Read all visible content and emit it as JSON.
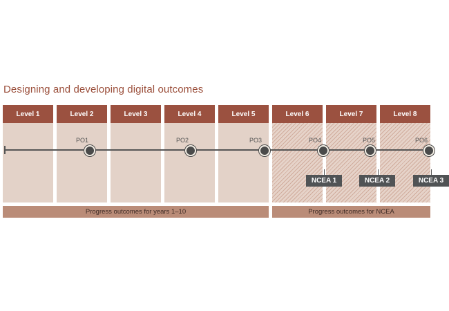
{
  "title": "Designing and developing digital outcomes",
  "levels": [
    {
      "label": "Level 1",
      "hatched": false
    },
    {
      "label": "Level 2",
      "hatched": false
    },
    {
      "label": "Level 3",
      "hatched": false
    },
    {
      "label": "Level 4",
      "hatched": false
    },
    {
      "label": "Level 5",
      "hatched": false
    },
    {
      "label": "Level 6",
      "hatched": true
    },
    {
      "label": "Level 7",
      "hatched": true
    },
    {
      "label": "Level 8",
      "hatched": true
    }
  ],
  "progress_outcomes": [
    {
      "label": "PO1",
      "level": "Level 2"
    },
    {
      "label": "PO2",
      "level": "Level 4"
    },
    {
      "label": "PO3",
      "level": "Level 5"
    },
    {
      "label": "PO4",
      "level": "Level 6"
    },
    {
      "label": "PO5",
      "level": "Level 7"
    },
    {
      "label": "PO6",
      "level": "Level 8"
    }
  ],
  "ncea": [
    {
      "label": "NCEA 1",
      "aligned_with": "PO4"
    },
    {
      "label": "NCEA 2",
      "aligned_with": "PO5"
    },
    {
      "label": "NCEA 3",
      "aligned_with": "PO6"
    }
  ],
  "footers": [
    {
      "label": "Progress outcomes for years 1–10",
      "span": "Level 1–Level 5"
    },
    {
      "label": "Progress outcomes for NCEA",
      "span": "Level 6–Level 8"
    }
  ],
  "colors": {
    "title": "#9b4f3b",
    "level_header": "#9b5140",
    "level_body": "#e3d2c8",
    "timeline": "#555555",
    "ncea_badge": "#505355",
    "footer_bar": "#ba8c78"
  }
}
